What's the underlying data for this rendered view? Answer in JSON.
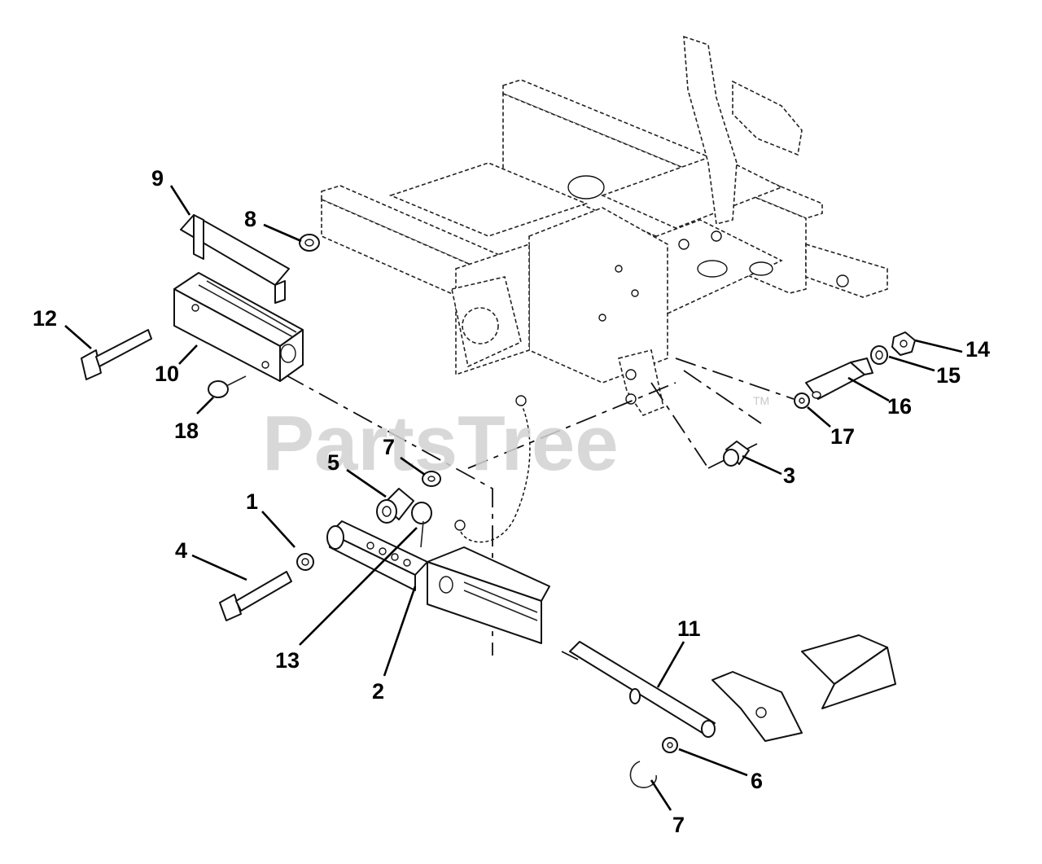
{
  "watermark": {
    "text": "PartsTree",
    "trademark": "TM"
  },
  "callouts": {
    "c1": "1",
    "c2": "2",
    "c3": "3",
    "c4": "4",
    "c5": "5",
    "c6": "6",
    "c7a": "7",
    "c7b": "7",
    "c8": "8",
    "c9": "9",
    "c10": "10",
    "c11": "11",
    "c12": "12",
    "c13": "13",
    "c14": "14",
    "c15": "15",
    "c16": "16",
    "c17": "17",
    "c18": "18"
  }
}
